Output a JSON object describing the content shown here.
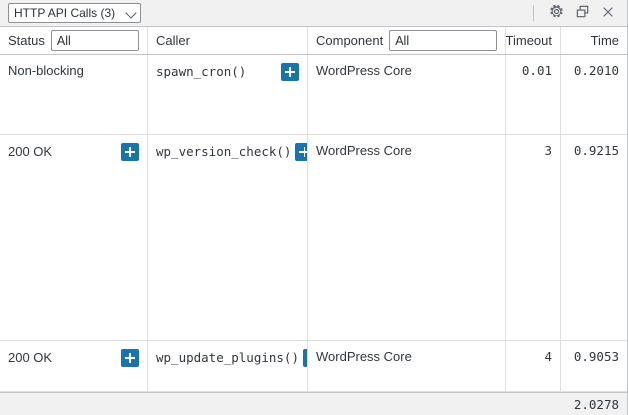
{
  "toolbar": {
    "panel_selector": {
      "selected": "HTTP API Calls (3)",
      "options": [
        "HTTP API Calls (3)"
      ]
    },
    "settings_label": "gear-icon",
    "restore_label": "restore-window-icon",
    "close_label": "close-icon"
  },
  "table": {
    "columns": [
      {
        "key": "status",
        "label": "Status",
        "filter": {
          "selected": "All",
          "options": [
            "All"
          ]
        }
      },
      {
        "key": "caller",
        "label": "Caller"
      },
      {
        "key": "component",
        "label": "Component",
        "filter": {
          "selected": "All",
          "options": [
            "All"
          ]
        }
      },
      {
        "key": "timeout",
        "label": "Timeout"
      },
      {
        "key": "time",
        "label": "Time"
      }
    ],
    "rows": [
      {
        "status": "Non-blocking",
        "status_has_toggle": false,
        "caller": "spawn_cron()",
        "caller_has_toggle": true,
        "component": "WordPress Core",
        "timeout": "0.01",
        "time": "0.2010"
      },
      {
        "status": "200 OK",
        "status_has_toggle": true,
        "caller": "wp_version_check()",
        "caller_has_toggle": true,
        "component": "WordPress Core",
        "timeout": "3",
        "time": "0.9215"
      },
      {
        "status": "200 OK",
        "status_has_toggle": true,
        "caller": "wp_update_plugins()",
        "caller_has_toggle": true,
        "component": "WordPress Core",
        "timeout": "4",
        "time": "0.9053"
      }
    ],
    "footer": {
      "total_time": "2.0278"
    }
  },
  "colors": {
    "accent": "#1b73ad",
    "chrome": "#f1f1f1",
    "border": "#c3c4c7",
    "grid": "#e0e0e0",
    "text": "#32373c"
  }
}
